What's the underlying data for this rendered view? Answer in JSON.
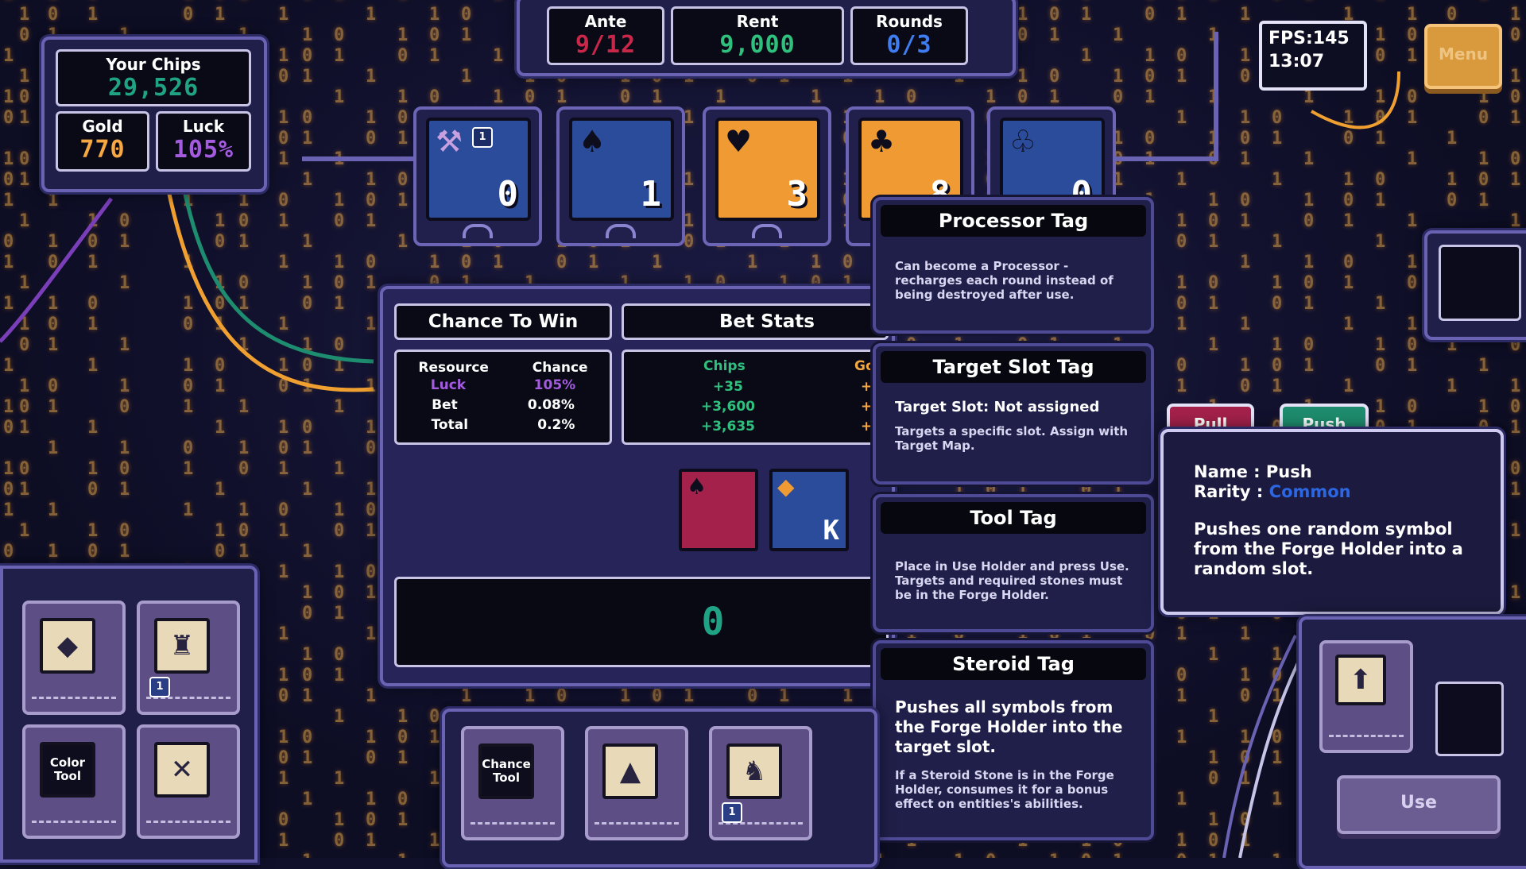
{
  "hud": {
    "ante_label": "Ante",
    "ante_value": "9/12",
    "rent_label": "Rent",
    "rent_value": "9,000",
    "rounds_label": "Rounds",
    "rounds_value": "0/3"
  },
  "chips_panel": {
    "chips_label": "Your Chips",
    "chips_value": "29,526",
    "gold_label": "Gold",
    "gold_value": "770",
    "luck_label": "Luck",
    "luck_value": "105%"
  },
  "system": {
    "fps": "FPS:145",
    "clock": "13:07",
    "menu_label": "Menu"
  },
  "slots": [
    {
      "value": "0",
      "suit": "tool",
      "color": "#2b4c9a",
      "badge": "1"
    },
    {
      "value": "1",
      "suit": "♠",
      "color": "#2b4c9a"
    },
    {
      "value": "3",
      "suit": "♥",
      "color": "#f09a33"
    },
    {
      "value": "8",
      "suit": "♣",
      "color": "#f09a33"
    },
    {
      "value": "0",
      "suit": "♧",
      "color": "#2b4c9a"
    }
  ],
  "chance": {
    "title": "Chance To Win",
    "header_resource": "Resource",
    "header_chance": "Chance",
    "rows": [
      {
        "resource": "Luck",
        "chance": "105%"
      },
      {
        "resource": "Bet",
        "chance": "0.08%"
      },
      {
        "resource": "Total",
        "chance": "0.2%"
      }
    ]
  },
  "bet_stats": {
    "title": "Bet Stats",
    "chips_header": "Chips",
    "gold_header": "Go",
    "chips_values": [
      "+35",
      "+3,600",
      "+3,635"
    ],
    "gold_values": [
      "+",
      "+",
      "+"
    ]
  },
  "mini_cards": [
    {
      "suit": "♠",
      "color": "#a3214a",
      "label": ""
    },
    {
      "suit": "◆",
      "color": "#2b4c9a",
      "label": "K"
    }
  ],
  "result_value": "0",
  "tooltips": {
    "processor": {
      "title": "Processor Tag",
      "body": "Can become a Processor - recharges each round instead of being destroyed after use."
    },
    "target": {
      "title": "Target Slot Tag",
      "status": "Target Slot: Not assigned",
      "body": "Targets a specific slot. Assign with Target Map."
    },
    "tool": {
      "title": "Tool Tag",
      "body": "Place in Use Holder and press Use. Targets and required stones must be in the Forge Holder."
    },
    "steroid": {
      "title": "Steroid Tag",
      "main": "Pushes all symbols from the Forge Holder into the target slot.",
      "body": "If a Steroid Stone is in the Forge Holder, consumes it for a bonus effect on entities's abilities."
    }
  },
  "info_card": {
    "tab_pull": "Pull",
    "tab_push": "Push",
    "name_label": "Name :",
    "name_value": "Push",
    "rarity_label": "Rarity :",
    "rarity_value": "Common",
    "description": "Pushes one random symbol from the Forge Holder into a random slot."
  },
  "inventory": [
    {
      "icon": "◆",
      "label": "",
      "badge": ""
    },
    {
      "icon": "♜",
      "label": "",
      "badge": "1"
    },
    {
      "icon": "",
      "label": "Color Tool",
      "badge": ""
    },
    {
      "icon": "✕",
      "label": "",
      "badge": ""
    }
  ],
  "bottom_tray": [
    {
      "icon": "",
      "label": "Chance Tool",
      "badge": ""
    },
    {
      "icon": "▲",
      "label": "",
      "badge": ""
    },
    {
      "icon": "♞",
      "label": "",
      "badge": "1"
    }
  ],
  "use_holder": {
    "use_label": "Use"
  },
  "colors": {
    "panel": "#1f1f49",
    "border": "#6a63b4",
    "accent_orange": "#f09a33",
    "accent_blue": "#2b4c9a"
  }
}
